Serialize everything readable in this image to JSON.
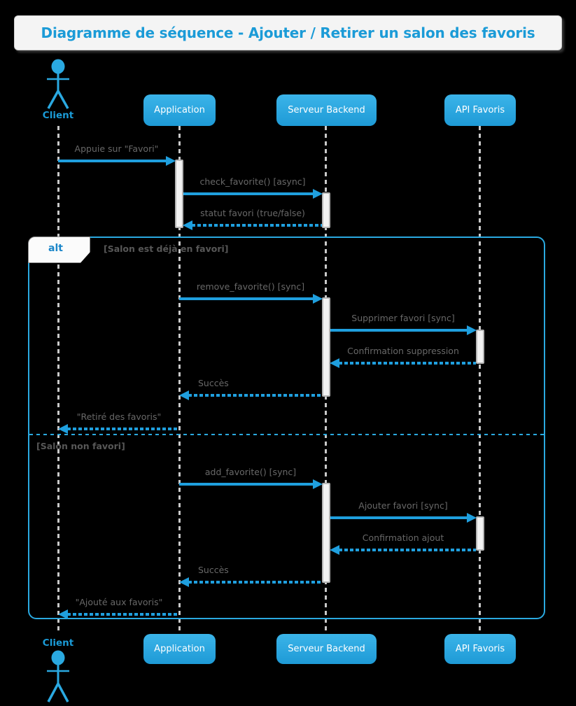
{
  "title": "Diagramme de séquence - Ajouter / Retirer un salon des favoris",
  "actor": {
    "label": "Client"
  },
  "participants": [
    {
      "label": "Application"
    },
    {
      "label": "Serveur Backend"
    },
    {
      "label": "API Favoris"
    }
  ],
  "alt_frame": {
    "operator": "alt",
    "guards": [
      "[Salon est déjà en favori]",
      "[Salon non favori]"
    ]
  },
  "messages": [
    {
      "label": "Appuie sur \"Favori\"",
      "type": "sync",
      "from": "Client",
      "to": "Application"
    },
    {
      "label": "check_favorite() [async]",
      "type": "sync",
      "from": "Application",
      "to": "Serveur Backend"
    },
    {
      "label": "statut favori (true/false)",
      "type": "return",
      "from": "Serveur Backend",
      "to": "Application"
    },
    {
      "label": "remove_favorite() [sync]",
      "type": "sync",
      "from": "Application",
      "to": "Serveur Backend"
    },
    {
      "label": "Supprimer favori [sync]",
      "type": "sync",
      "from": "Serveur Backend",
      "to": "API Favoris"
    },
    {
      "label": "Confirmation suppression",
      "type": "return",
      "from": "API Favoris",
      "to": "Serveur Backend"
    },
    {
      "label": "Succès",
      "type": "return",
      "from": "Serveur Backend",
      "to": "Application"
    },
    {
      "label": "\"Retiré des favoris\"",
      "type": "return",
      "from": "Application",
      "to": "Client"
    },
    {
      "label": "add_favorite() [sync]",
      "type": "sync",
      "from": "Application",
      "to": "Serveur Backend"
    },
    {
      "label": "Ajouter favori [sync]",
      "type": "sync",
      "from": "Serveur Backend",
      "to": "API Favoris"
    },
    {
      "label": "Confirmation ajout",
      "type": "return",
      "from": "API Favoris",
      "to": "Serveur Backend"
    },
    {
      "label": "Succès",
      "type": "return",
      "from": "Serveur Backend",
      "to": "Application"
    },
    {
      "label": "\"Ajouté aux favoris\"",
      "type": "return",
      "from": "Application",
      "to": "Client"
    }
  ],
  "colors": {
    "background": "#000000",
    "accent_blue": "#1f9fde",
    "box_blue_top": "#3bb4e9",
    "box_blue_bottom": "#1e9ad6",
    "frame_border": "#2aa9e0",
    "title_text": "#1b9bd7",
    "title_bg": "#f4f4f4",
    "message_text": "#686868",
    "lifeline_gray": "#c9c9c9",
    "activation_fill": "#f2f2f2"
  }
}
